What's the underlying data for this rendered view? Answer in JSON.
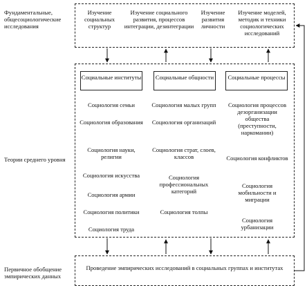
{
  "left_labels": {
    "fundamental": "Фундаментальные, общесоциологические исследования",
    "middle": "Теории среднего уровня",
    "empirical": "Первичное обобщение эмпирических данных"
  },
  "top_items": [
    "Изучение социальных структур",
    "Изучение социального развития, процессов интеграции, дезинтеграции",
    "Изучение развития личности",
    "Изучение моделей, методик и техники социологических исследований"
  ],
  "columns": [
    {
      "header": "Социальные институты",
      "items": [
        "Социология семьи",
        "Социология образования",
        "Социология науки, религии",
        "Социология искусства",
        "Социология армии",
        "Социология политики",
        "Социология труда"
      ]
    },
    {
      "header": "Социальные общности",
      "items": [
        "Социология малых групп",
        "Социология организаций",
        "Социология страт, слоев, классов",
        "Социология профессиональных категорий",
        "Социология толпы"
      ]
    },
    {
      "header": "Социальные процессы",
      "items": [
        "Социология процессов дезорганизации общества (преступности, наркомании)",
        "Социология конфликтов",
        "Социология мобильности и миграции",
        "Социология урбанизации"
      ]
    }
  ],
  "bottom_box": "Проведение эмпирических исследований в социальных группах и институтах"
}
